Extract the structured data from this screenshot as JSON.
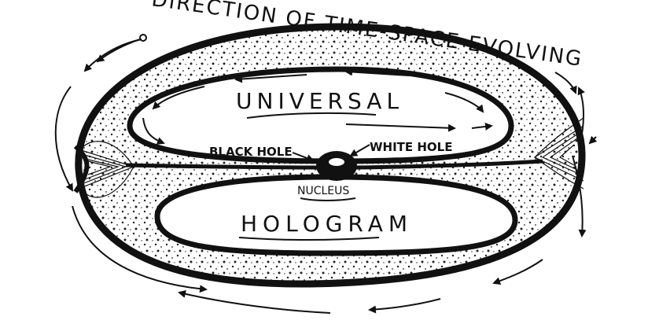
{
  "diagram": {
    "title": "DIRECTION OF TIME-SPACE EVOLVING",
    "upper_label": "UNIVERSAL",
    "lower_label": "HOLOGRAM",
    "left_callout": "BLACK HOLE",
    "right_callout": "WHITE HOLE",
    "center_label": "NUCLEUS"
  },
  "colors": {
    "ink": "#111111",
    "paper": "#ffffff"
  }
}
